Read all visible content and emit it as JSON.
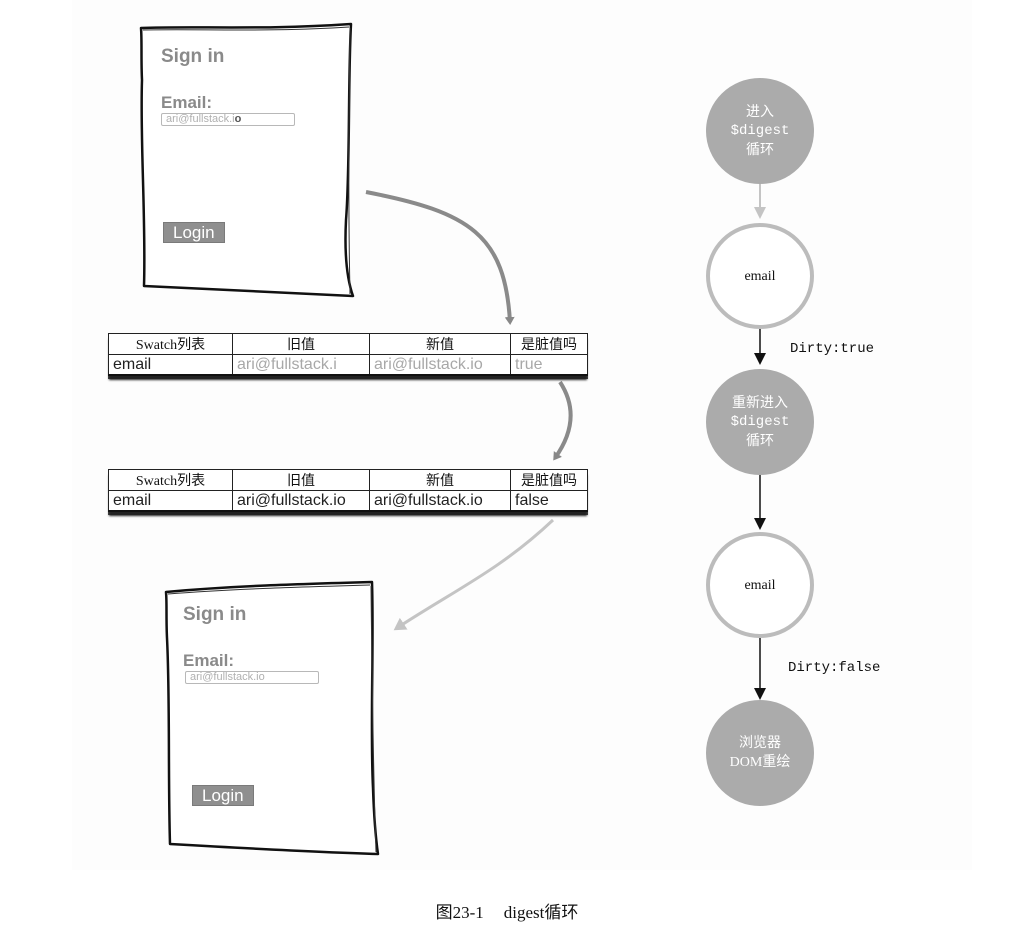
{
  "login_before": {
    "title": "Sign in",
    "email_label": "Email:",
    "email_value": "ari@fullstack.i",
    "email_cursor": "o",
    "login_label": "Login"
  },
  "table_first": {
    "headers": [
      "Swatch列表",
      "旧值",
      "新值",
      "是脏值吗"
    ],
    "row": [
      "email",
      "ari@fullstack.i",
      "ari@fullstack.io",
      "true"
    ]
  },
  "table_second": {
    "headers": [
      "Swatch列表",
      "旧值",
      "新值",
      "是脏值吗"
    ],
    "row": [
      "email",
      "ari@fullstack.io",
      "ari@fullstack.io",
      "false"
    ]
  },
  "login_after": {
    "title": "Sign in",
    "email_label": "Email:",
    "email_value": "ari@fullstack.io",
    "login_label": "Login"
  },
  "flow": {
    "enter_digest": [
      "进入",
      "$digest",
      "循环"
    ],
    "watch_email_1": "email",
    "dirty_true": "Dirty:true",
    "reenter_digest": [
      "重新进入",
      "$digest",
      "循环"
    ],
    "watch_email_2": "email",
    "dirty_false": "Dirty:false",
    "repaint": [
      "浏览器",
      "DOM重绘"
    ]
  },
  "caption": {
    "figure_number": "图23-1",
    "figure_title": "digest循环"
  },
  "colors": {
    "node_fill": "#ababab",
    "node_ring": "#bcbcbc",
    "arrow_dark": "#888888",
    "arrow_light": "#c4c4c4"
  }
}
